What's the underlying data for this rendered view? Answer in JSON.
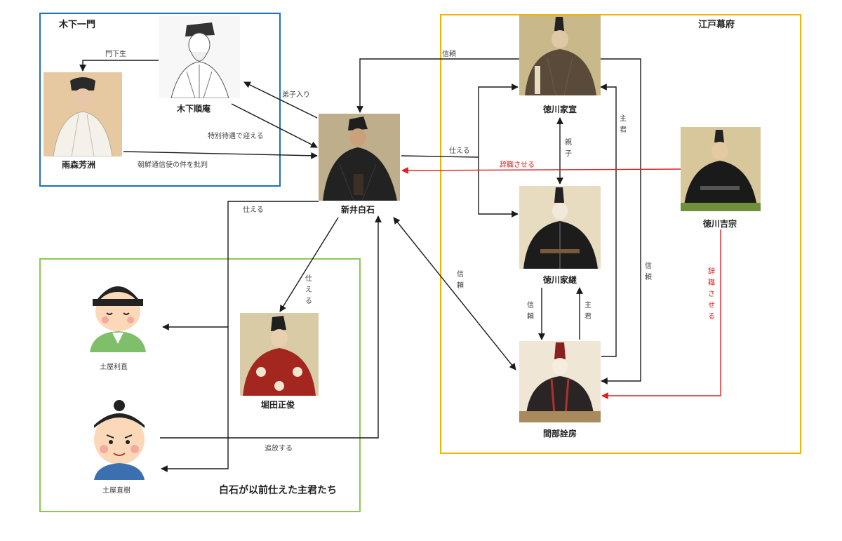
{
  "groups": {
    "kinoshita": {
      "title": "木下一門",
      "color": "#1f6fc0"
    },
    "edo": {
      "title": "江戸幕府",
      "color": "#f0b400"
    },
    "former_lords": {
      "title": "白石が以前仕えた主君たち",
      "color": "#8cc850"
    }
  },
  "people": {
    "hakuseki": "新井白石",
    "junan": "木下順庵",
    "hoshu": "雨森芳洲",
    "ienobu": "徳川家宣",
    "ietsugu": "徳川家継",
    "yoshimune": "徳川吉宗",
    "akifusa": "間部詮房",
    "masatoshi": "堀田正俊",
    "toshinao": "土屋利直",
    "naoki": "土屋直樹"
  },
  "relations": {
    "monkasei": "門下生",
    "deshiiri": "弟子入り",
    "tokubetsu": "特別待遇で迎える",
    "chosen": "朝鮮通信使の件を批判",
    "shinrai_top": "信頼",
    "tsukaeru_right": "仕える",
    "jishoku_h": "辞職させる",
    "tsukaeru_left": "仕える",
    "tsukaeru_down": "仕える",
    "shinrai_diag": "信頼",
    "oyako": "親子",
    "shukun_right": "主君",
    "shinrai_right": "信頼",
    "shinrai_mid": "信頼",
    "shukun_mid": "主君",
    "jishoku_v": "辞職させる",
    "tsuiho": "追放する"
  },
  "colors": {
    "arrow": "#1a1a1a",
    "arrow_red": "#e02020"
  }
}
